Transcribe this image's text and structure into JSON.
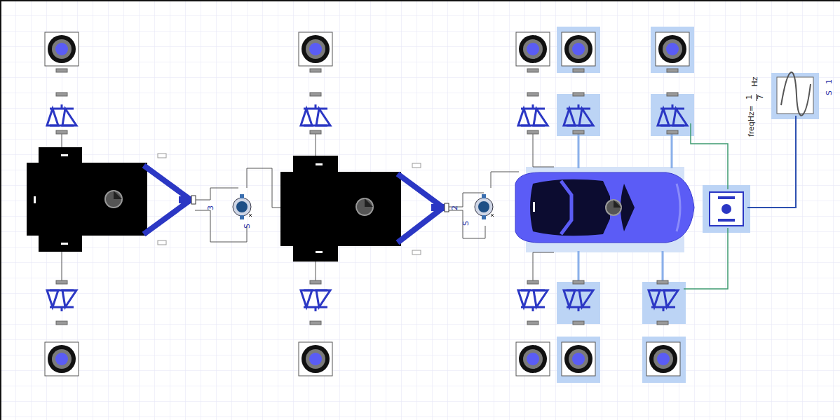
{
  "diagram": {
    "labels": [
      "S",
      "3",
      "S",
      "2",
      "S",
      "1",
      "freqHz=",
      "1",
      "7",
      "Hz"
    ]
  }
}
